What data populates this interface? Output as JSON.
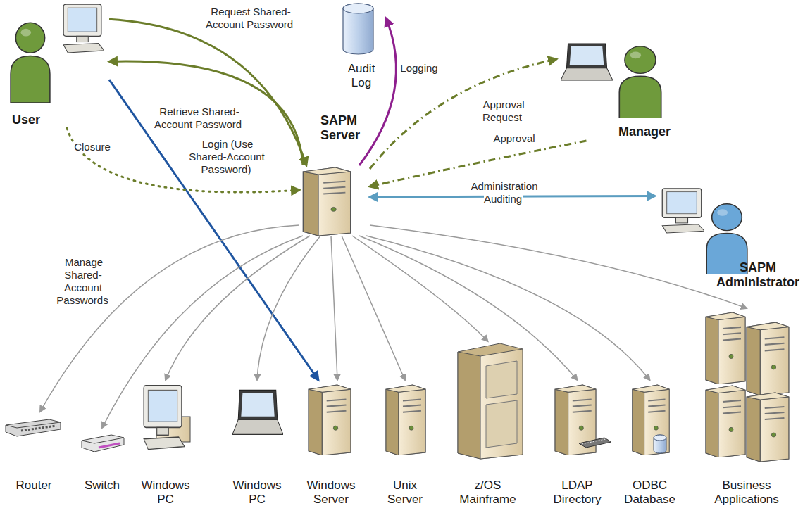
{
  "diagram": {
    "nodes": [
      {
        "text": [
          "User"
        ]
      },
      {
        "text": [
          "Audit Log"
        ]
      },
      {
        "text": [
          "SAPM Server"
        ]
      },
      {
        "text": [
          "Manager"
        ]
      },
      {
        "text": [
          "SAPM Administrator"
        ]
      },
      {
        "text": [
          "Router"
        ]
      },
      {
        "text": [
          "Switch"
        ]
      },
      {
        "text": [
          "Windows PC"
        ]
      },
      {
        "text": [
          "Windows PC"
        ]
      },
      {
        "text": [
          "Windows Server"
        ]
      },
      {
        "text": [
          "Unix Server"
        ]
      },
      {
        "text": [
          "z/OS Mainframe"
        ]
      },
      {
        "text": [
          "LDAP Directory"
        ]
      },
      {
        "text": [
          "ODBC Database"
        ]
      },
      {
        "text": [
          "Business Applications"
        ]
      }
    ],
    "edges": [
      {
        "from": 0,
        "to": 2,
        "label": "Request Shared-Account Password",
        "arrow": "to"
      },
      {
        "from": 2,
        "to": 0,
        "label": "Retrieve Shared-Account Password",
        "arrow": "to"
      },
      {
        "from": 0,
        "to": 9,
        "label": "Login (Use Shared-Account Password)",
        "arrow": "to"
      },
      {
        "from": 0,
        "to": 2,
        "label": "Closure",
        "arrow": "to"
      },
      {
        "from": 2,
        "to": 1,
        "label": "Logging",
        "arrow": "to"
      },
      {
        "from": 2,
        "to": 3,
        "label": "Approval Request",
        "arrow": "to"
      },
      {
        "from": 3,
        "to": 2,
        "label": "Approval",
        "arrow": "to"
      },
      {
        "from": 2,
        "to": 4,
        "label": "Administration Auditing",
        "arrow": "both"
      },
      {
        "from": 2,
        "to": 5,
        "label": "Manage Shared-Account Passwords",
        "arrow": "to"
      },
      {
        "from": 2,
        "to": 6,
        "arrow": "to"
      },
      {
        "from": 2,
        "to": 7,
        "arrow": "to"
      },
      {
        "from": 2,
        "to": 8,
        "arrow": "to"
      },
      {
        "from": 2,
        "to": 9,
        "arrow": "to"
      },
      {
        "from": 2,
        "to": 10,
        "arrow": "to"
      },
      {
        "from": 2,
        "to": 11,
        "arrow": "to"
      },
      {
        "from": 2,
        "to": 12,
        "arrow": "to"
      },
      {
        "from": 2,
        "to": 13,
        "arrow": "to"
      },
      {
        "from": 2,
        "to": 14,
        "arrow": "to"
      }
    ]
  }
}
